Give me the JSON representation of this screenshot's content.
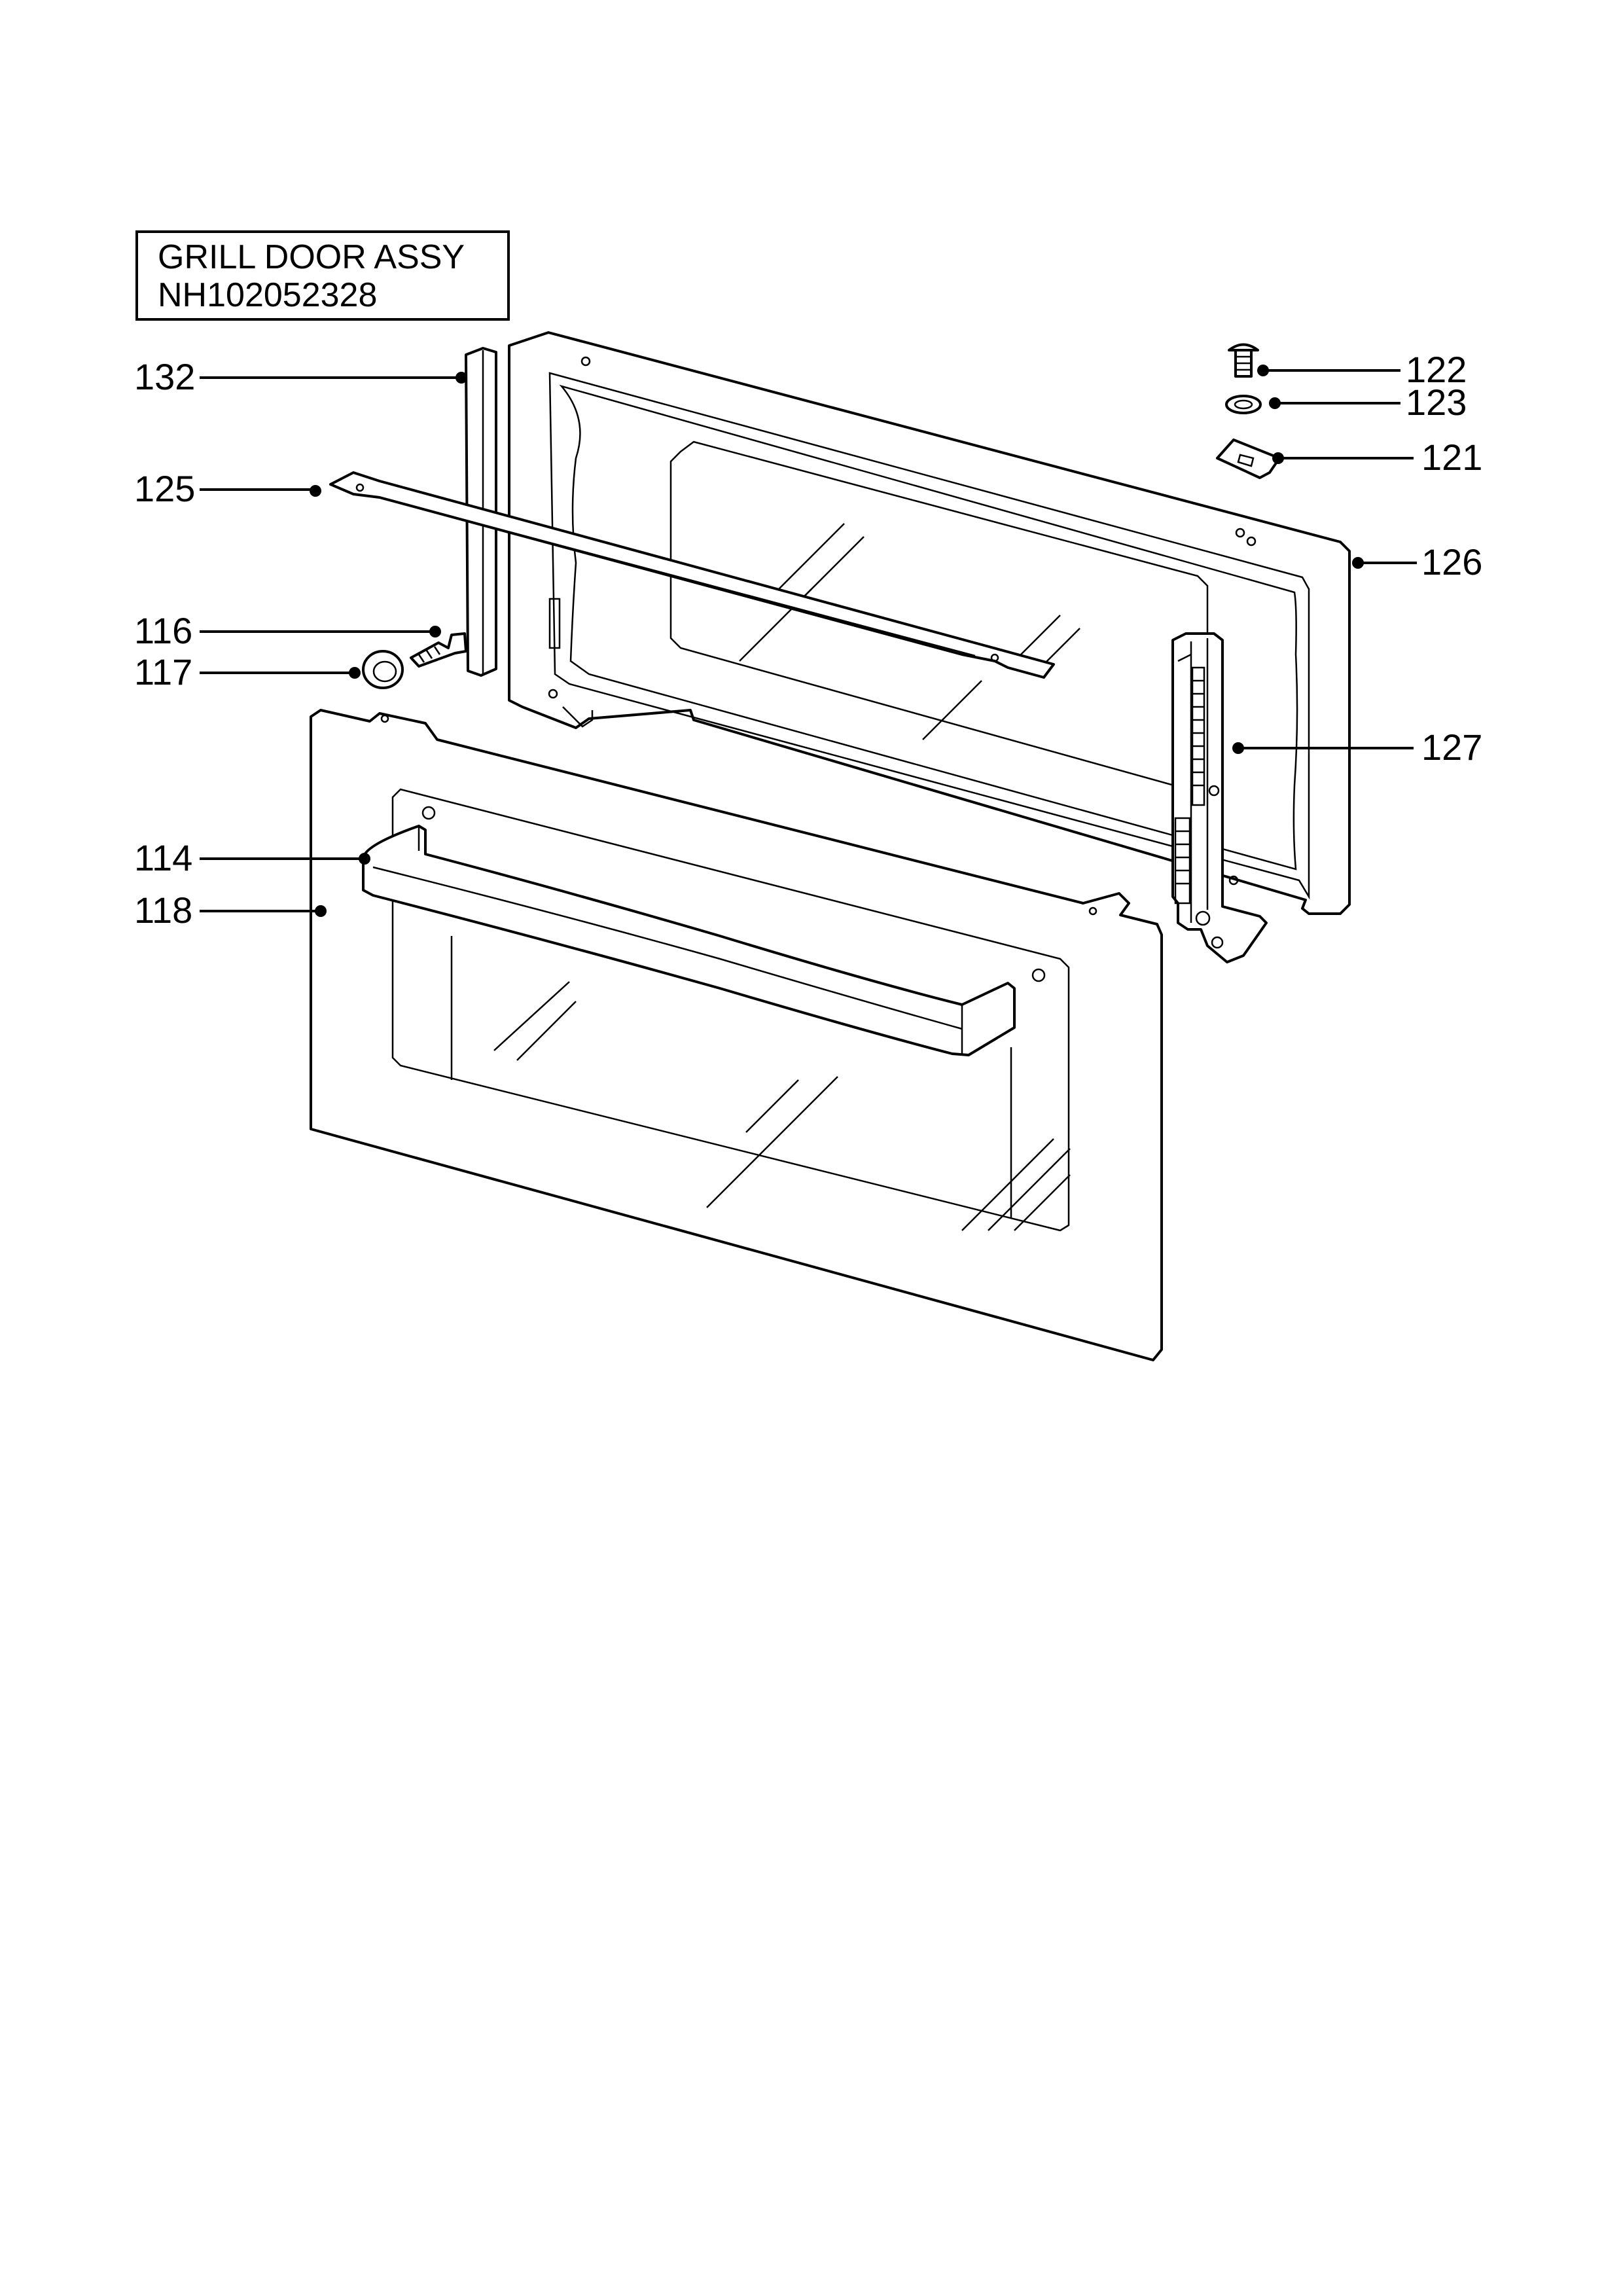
{
  "title": {
    "line1": "GRILL DOOR ASSY",
    "line2": "NH102052328"
  },
  "callouts": {
    "c132": "132",
    "c125": "125",
    "c116": "116",
    "c117": "117",
    "c114": "114",
    "c118": "118",
    "c122": "122",
    "c123": "123",
    "c121": "121",
    "c126": "126",
    "c127": "127"
  }
}
